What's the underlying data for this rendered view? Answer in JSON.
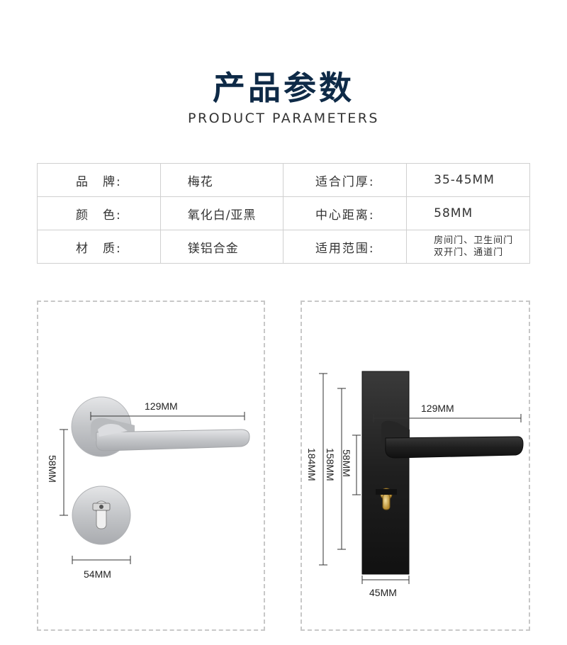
{
  "header": {
    "title": "产品参数",
    "subtitle": "PRODUCT PARAMETERS"
  },
  "params": {
    "rows": [
      {
        "label1": "品　牌:",
        "value1": "梅花",
        "label2": "适合门厚:",
        "value2": "35-45MM"
      },
      {
        "label1": "颜　色:",
        "value1": "氧化白/亚黑",
        "label2": "中心距离:",
        "value2": "58MM"
      },
      {
        "label1": "材　质:",
        "value1": "镁铝合金",
        "label2": "适用范围:",
        "value2_line1": "房间门、卫生间门",
        "value2_line2": "双开门、通道门"
      }
    ]
  },
  "left_panel": {
    "finish_color": "#c9cbce",
    "dim_length": "129MM",
    "dim_center": "58MM",
    "dim_diameter": "54MM"
  },
  "right_panel": {
    "finish_color": "#1e1e1e",
    "dim_length": "129MM",
    "dim_total": "184MM",
    "dim_plate": "158MM",
    "dim_center": "58MM",
    "dim_width": "45MM"
  }
}
